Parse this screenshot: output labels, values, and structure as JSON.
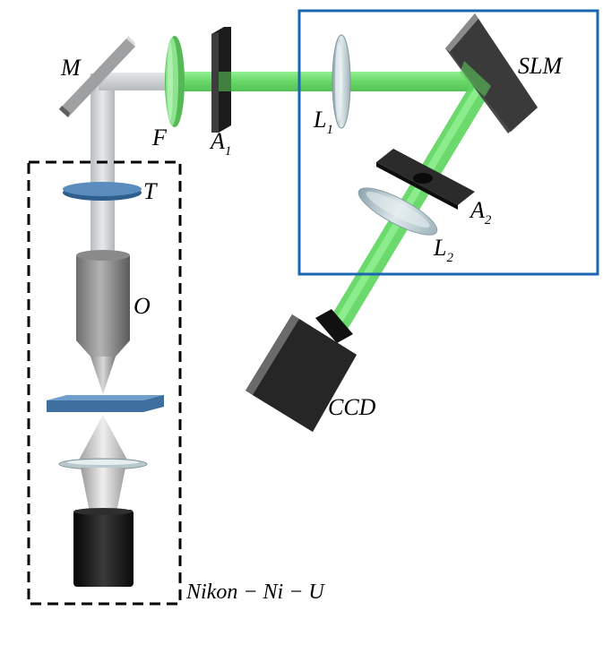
{
  "colors": {
    "beam_white": "#cfd2d4",
    "beam_green": "#6ee06e",
    "frame_blue": "#1a66b0",
    "dash_black": "#000000",
    "plate_blue": "#5a8dbd",
    "optic_dark": "#2b2b2b"
  },
  "labels": {
    "mirror": "M",
    "filter": "F",
    "aperture1_main": "A",
    "aperture1_sub": "1",
    "lens1_main": "L",
    "lens1_sub": "1",
    "slm": "SLM",
    "aperture2_main": "A",
    "aperture2_sub": "2",
    "lens2_main": "L",
    "lens2_sub": "2",
    "tube_lens": "T",
    "objective": "O",
    "camera": "CCD",
    "microscope": "Nikon − Ni − U"
  }
}
